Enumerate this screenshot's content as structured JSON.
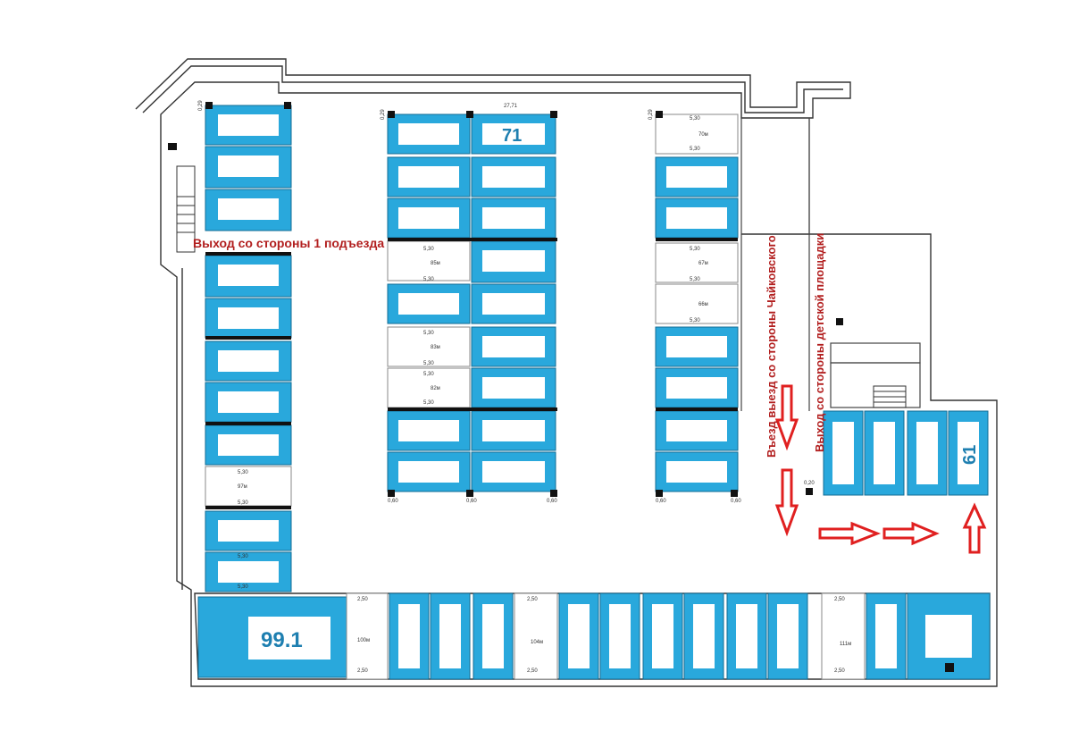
{
  "labels": {
    "exit_entrance_1": "Выход со стороны 1 подъезда",
    "entry_tchaikovsky": "Въезд выезд со стороны Чайковского",
    "exit_playground": "Выход со стороны детской площадки"
  },
  "big_numbers": {
    "spot_71": "71",
    "spot_61": "61",
    "spot_99": "99.1"
  },
  "dimensions": {
    "top_width": "27,71",
    "len": "5,30",
    "wid": "2,50",
    "col": "0,29",
    "col2": "0,60",
    "col3": "0,20"
  },
  "free_spots": {
    "s70": "70м",
    "s85": "85м",
    "s67": "67м",
    "s66": "66м",
    "s83": "83м",
    "s82": "82м",
    "s97": "97м",
    "s100": "100м",
    "s104": "104м",
    "s111": "111м"
  },
  "colors": {
    "spot_blue": "#29a8dc",
    "arrow_red": "#e02020",
    "label_red": "#b21f1f",
    "wall": "#333333"
  }
}
